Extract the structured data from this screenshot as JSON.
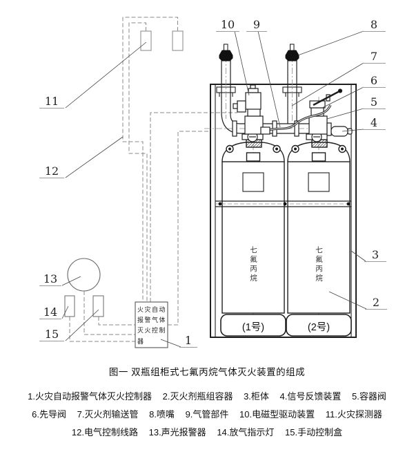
{
  "figure": {
    "caption": "图一 双瓶组柜式七氟丙烷气体灭火装置的组成"
  },
  "legend": {
    "items": [
      "1.火灾自动报警气体灭火控制器",
      "2.灭火剂瓶组容器",
      "3.柜体",
      "4.信号反馈装置",
      "5.容器阀",
      "6.先导阀",
      "7.灭火剂输送管",
      "8.喷嘴",
      "9.气管部件",
      "10.电磁型驱动装置",
      "11.火灾探测器",
      "12.电气控制线路",
      "13.声光报警器",
      "14.放气指示灯",
      "15.手动控制盒"
    ]
  },
  "callouts": {
    "c1": "1",
    "c2": "2",
    "c3": "3",
    "c4": "4",
    "c5": "5",
    "c6": "6",
    "c7": "7",
    "c8": "8",
    "c9": "9",
    "c10": "10",
    "c11": "11",
    "c12": "12",
    "c13": "13",
    "c14": "14",
    "c15": "15"
  },
  "control_box": {
    "line1": "火灾自动",
    "line2": "报警气体",
    "line3": "灭火控制",
    "line4": "器"
  },
  "cylinders": [
    {
      "content_label": "七氟丙烷",
      "tag": "(1号)"
    },
    {
      "content_label": "七氟丙烷",
      "tag": "(2号)"
    }
  ],
  "colors": {
    "line": "#1f1f1f",
    "wiring": "#8a8a8a",
    "paper": "#ffffff"
  }
}
